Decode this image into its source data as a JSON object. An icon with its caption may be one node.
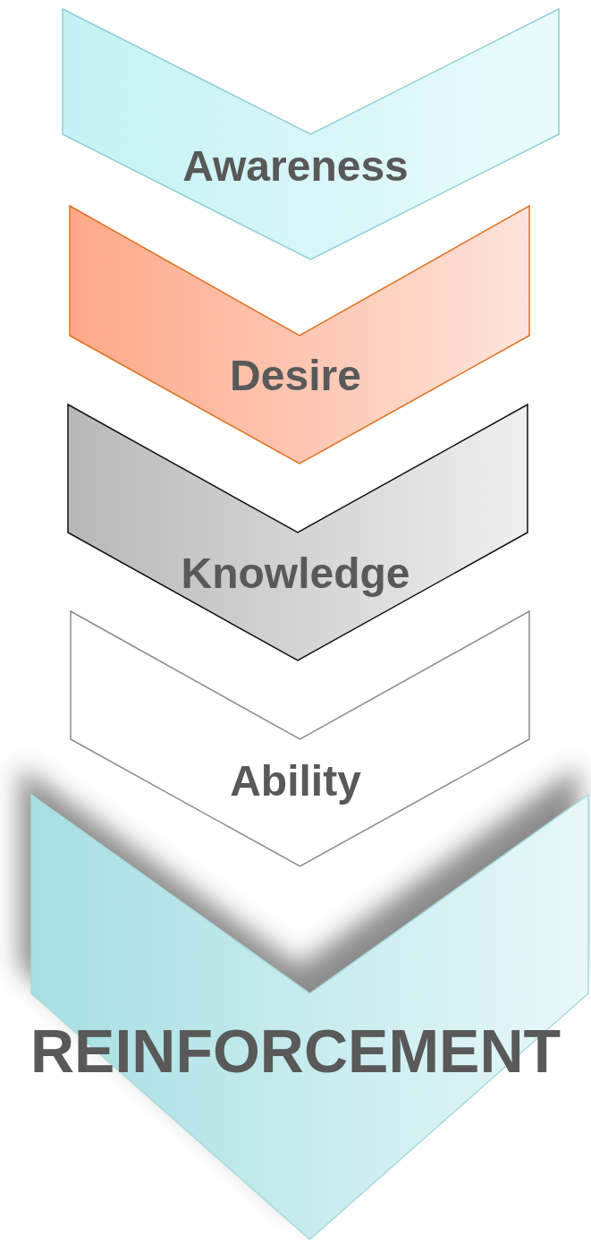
{
  "diagram": {
    "nodes": [
      {
        "text": [
          "Awareness"
        ]
      },
      {
        "text": [
          "Desire"
        ]
      },
      {
        "text": [
          "Knowledge"
        ]
      },
      {
        "text": [
          "Ability"
        ]
      },
      {
        "text": [
          "REINFORCEMENT"
        ]
      }
    ]
  }
}
